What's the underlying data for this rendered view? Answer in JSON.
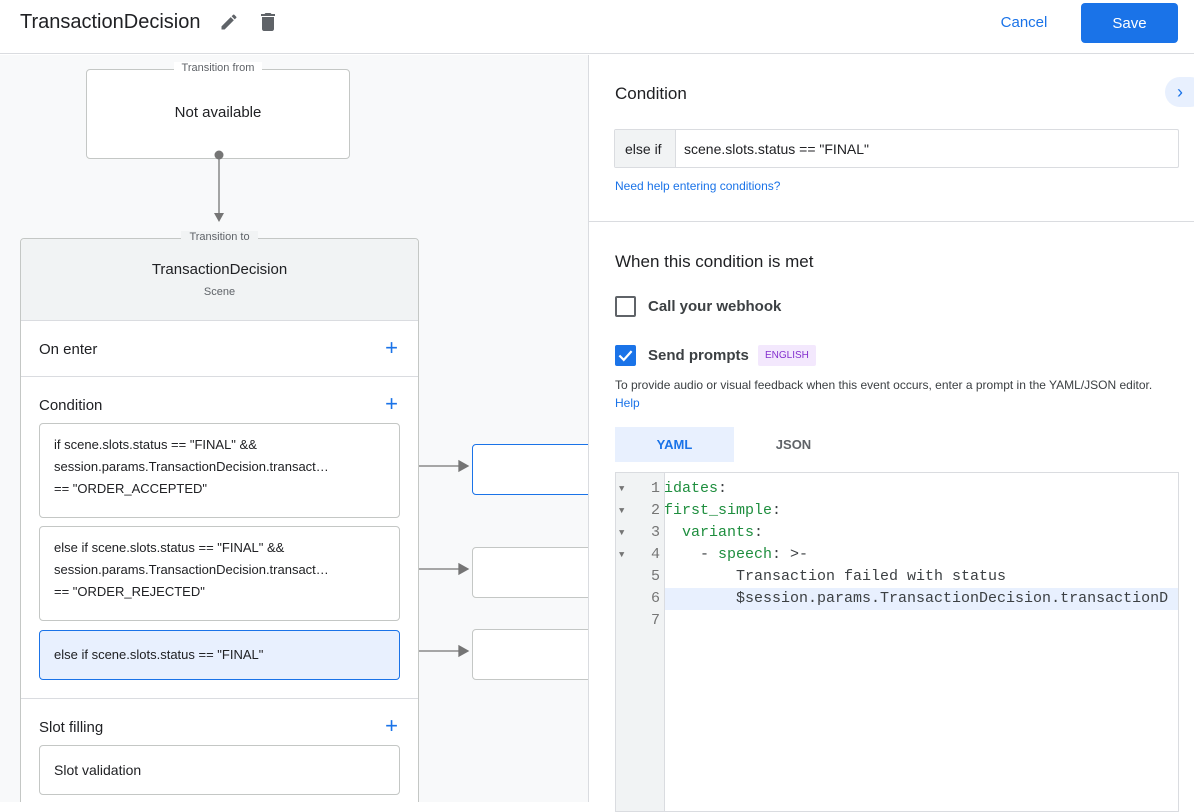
{
  "header": {
    "title": "TransactionDecision",
    "cancel_label": "Cancel",
    "save_label": "Save",
    "accent": "#1a73e8"
  },
  "canvas": {
    "transition_from": {
      "legend": "Transition from",
      "value": "Not available"
    },
    "transition_to": {
      "legend": "Transition to",
      "name": "TransactionDecision",
      "type": "Scene"
    },
    "on_enter": "On enter",
    "condition": "Condition",
    "conditions": [
      {
        "lines": [
          "if scene.slots.status == \"FINAL\" &&",
          "session.params.TransactionDecision.transact…",
          "== \"ORDER_ACCEPTED\""
        ]
      },
      {
        "lines": [
          "else if scene.slots.status == \"FINAL\" &&",
          "session.params.TransactionDecision.transact…",
          "== \"ORDER_REJECTED\""
        ]
      },
      {
        "lines": [
          "else if scene.slots.status == \"FINAL\""
        ]
      }
    ],
    "slot_filling": "Slot filling",
    "slot_validation": "Slot validation"
  },
  "panel": {
    "condition_heading": "Condition",
    "condition_prefix": "else if",
    "condition_value": "scene.slots.status == \"FINAL\"",
    "help_link": "Need help entering conditions?",
    "when_heading": "When this condition is met",
    "webhook_label": "Call your webhook",
    "webhook_checked": false,
    "prompts_label": "Send prompts",
    "prompts_checked": true,
    "language_badge": "ENGLISH",
    "prompt_desc": "To provide audio or visual feedback when this event occurs, enter a prompt in the YAML/JSON editor.",
    "prompt_help": "Help",
    "tabs": [
      {
        "label": "YAML",
        "active": true
      },
      {
        "label": "JSON",
        "active": false
      }
    ],
    "code_lines": [
      {
        "n": "1",
        "fold": true,
        "key": "idates",
        "rest": ":"
      },
      {
        "n": "2",
        "fold": true,
        "key": "first_simple",
        "rest": ":"
      },
      {
        "n": "3",
        "fold": true,
        "indent": "  ",
        "key": "variants",
        "rest": ":"
      },
      {
        "n": "4",
        "fold": true,
        "indent": "    - ",
        "key": "speech",
        "rest": ": >-"
      },
      {
        "n": "5",
        "fold": false,
        "indent": "",
        "key": "",
        "rest": "        Transaction failed with status"
      },
      {
        "n": "6",
        "fold": false,
        "indent": "",
        "key": "",
        "rest": "        $session.params.TransactionDecision.transactionD"
      },
      {
        "n": "7",
        "fold": false,
        "indent": "",
        "key": "",
        "rest": ""
      }
    ]
  }
}
